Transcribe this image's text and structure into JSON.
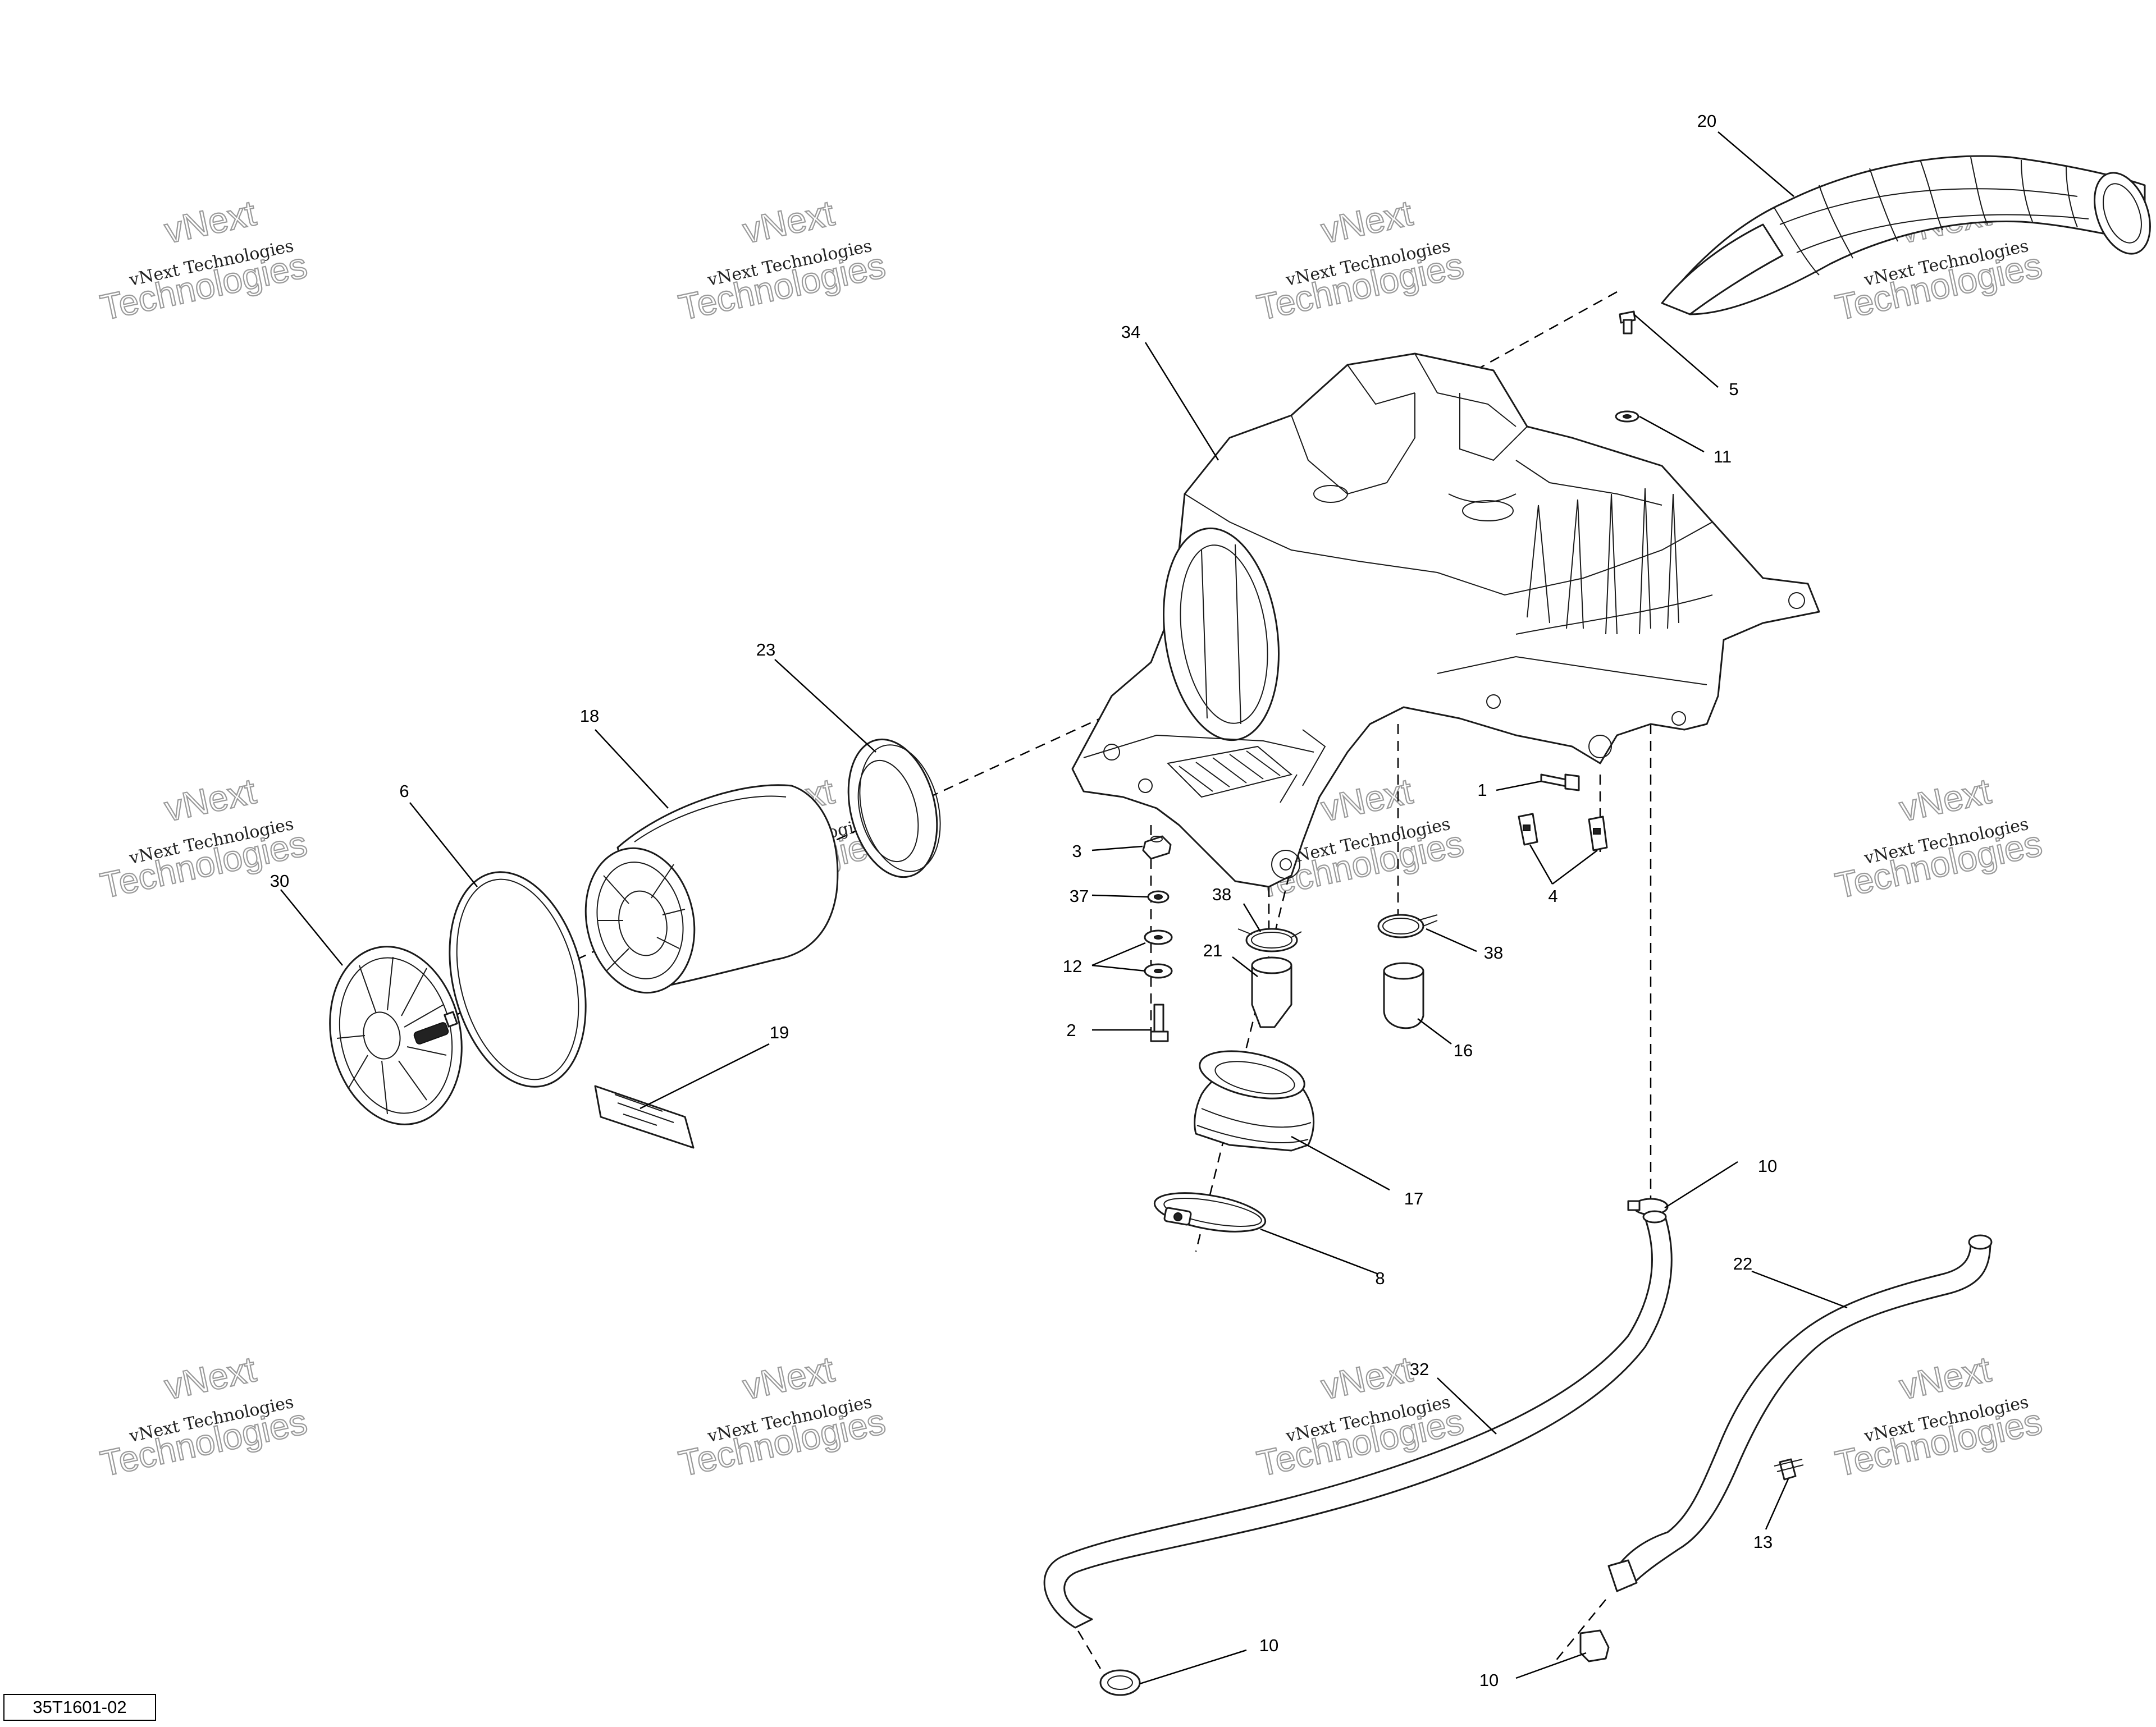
{
  "drawing_id": "35T1601-02",
  "watermark": {
    "line1": "vNext",
    "line2": "vNext Technologies",
    "line3": "Technologies"
  },
  "callouts": {
    "c1": "1",
    "c2": "2",
    "c3": "3",
    "c4": "4",
    "c5": "5",
    "c6": "6",
    "c8": "8",
    "c10a": "10",
    "c10b": "10",
    "c10c": "10",
    "c11": "11",
    "c12": "12",
    "c13": "13",
    "c16": "16",
    "c17": "17",
    "c18": "18",
    "c19": "19",
    "c20": "20",
    "c21": "21",
    "c22": "22",
    "c23": "23",
    "c30": "30",
    "c32": "32",
    "c34": "34",
    "c37": "37",
    "c38a": "38",
    "c38b": "38"
  }
}
